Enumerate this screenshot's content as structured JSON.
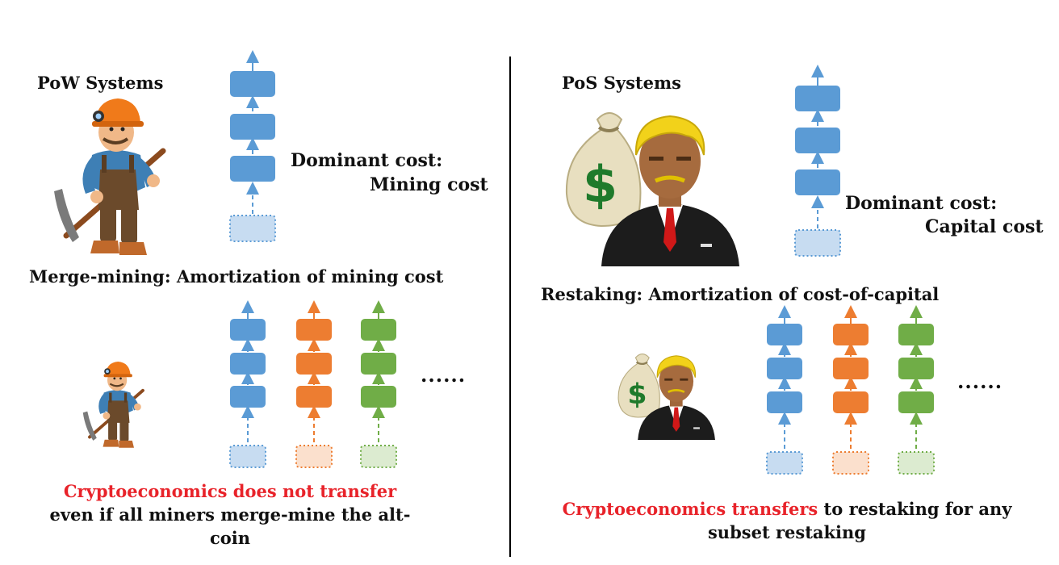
{
  "left": {
    "title": "PoW Systems",
    "dominant_cost_label": "Dominant cost:",
    "dominant_cost_value": "Mining cost",
    "merge_title": "Merge-mining: Amortization of mining cost",
    "ellipsis": "......",
    "caption_red": "Cryptoeconomics does not transfer",
    "caption_rest": " even if all miners merge-mine the alt-coin"
  },
  "right": {
    "title": "PoS Systems",
    "dominant_cost_label": "Dominant cost:",
    "dominant_cost_value": "Capital cost",
    "restake_title": "Restaking: Amortization of cost-of-capital",
    "ellipsis": "......",
    "bag_symbol": "$",
    "caption_red": "Cryptoeconomics transfers",
    "caption_rest": " to restaking for any subset restaking"
  },
  "colors": {
    "blue": "#5b9bd5",
    "blue_light": "#c7dcf1",
    "orange": "#ed7d31",
    "orange_light": "#fbe0cd",
    "green": "#70ad47",
    "green_light": "#dcebd0",
    "red_text": "#e8232a",
    "divider": "#000000"
  }
}
